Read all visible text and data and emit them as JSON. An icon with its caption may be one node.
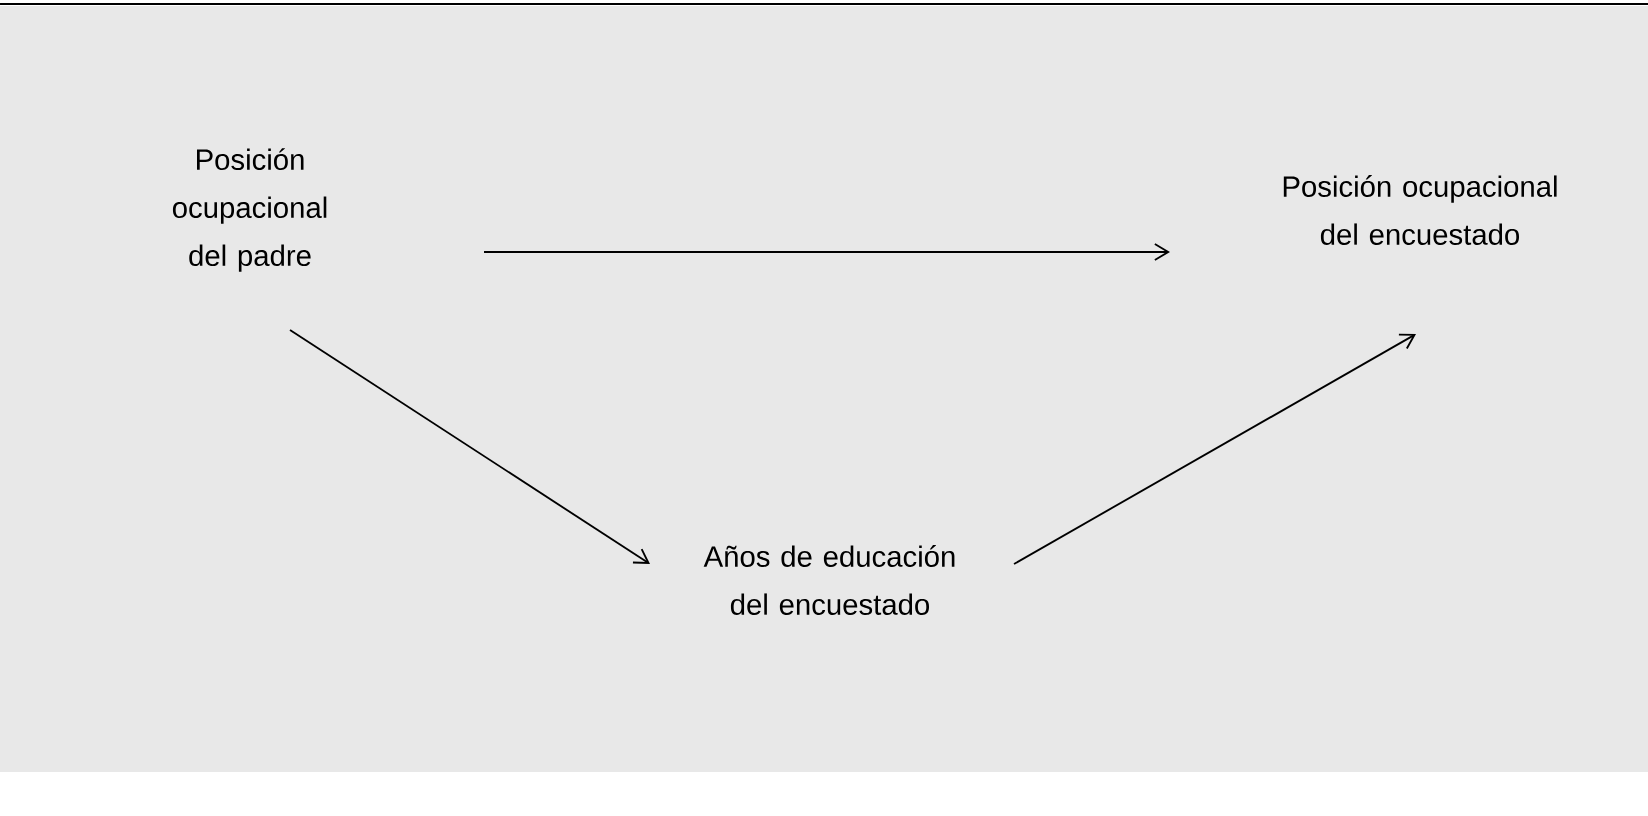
{
  "diagram": {
    "nodes": [
      {
        "text": [
          "Posición ocupacional del padre"
        ]
      },
      {
        "text": [
          "Posición ocupacional del encuestado"
        ]
      },
      {
        "text": [
          "Años de educación del encuestado"
        ]
      }
    ],
    "edges": [
      {
        "from": 0,
        "to": 1,
        "arrow": "to"
      },
      {
        "from": 0,
        "to": 2,
        "arrow": "to"
      },
      {
        "from": 2,
        "to": 1,
        "arrow": "to"
      }
    ]
  }
}
